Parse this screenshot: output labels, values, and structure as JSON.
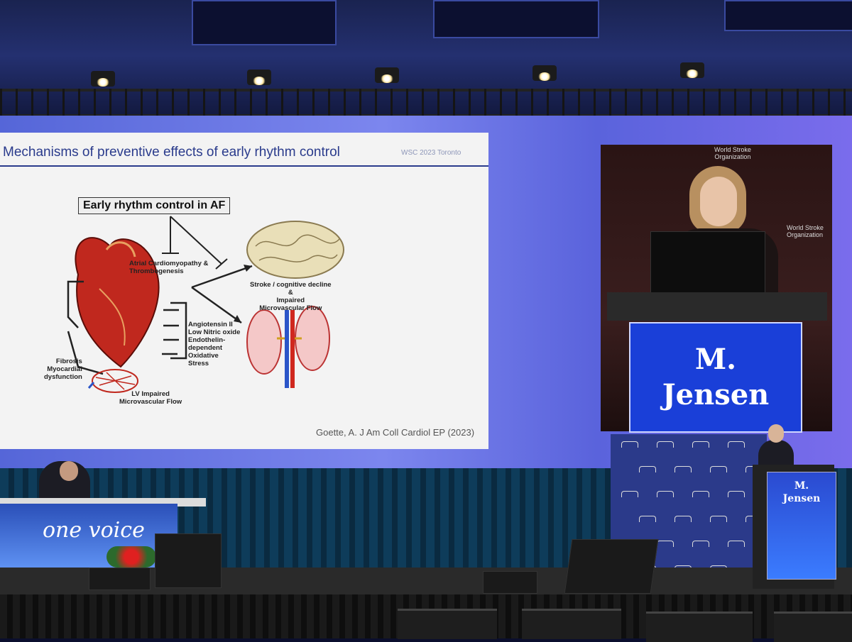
{
  "slide": {
    "title": "Mechanisms of preventive effects of early rhythm control",
    "tag": "WSC 2023 Toronto",
    "box_label": "Early rhythm control in AF",
    "labels": {
      "atrial": "Atrial Cardiomyopathy &\nThrombogenesis",
      "stroke": "Stroke / cognitive decline\n&\nImpaired\nMicrovascular Flow",
      "angio": "Angiotensin II\nLow Nitric oxide\nEndothelin-\ndependent",
      "oxidative": "Oxidative\nStress",
      "fibrosis": "Fibrosis\nMyocardial\ndysfunction",
      "lv": "LV Impaired\nMicrovascular Flow"
    },
    "citation": "Goette, A. J Am Coll Cardiol EP (2023)"
  },
  "video": {
    "nameplate_line1": "M.",
    "nameplate_line2": "Jensen",
    "wso_text": "World Stroke\nOrganization"
  },
  "stage": {
    "lectern_line1": "M.",
    "lectern_line2": "Jensen",
    "table_text": "one voice"
  }
}
